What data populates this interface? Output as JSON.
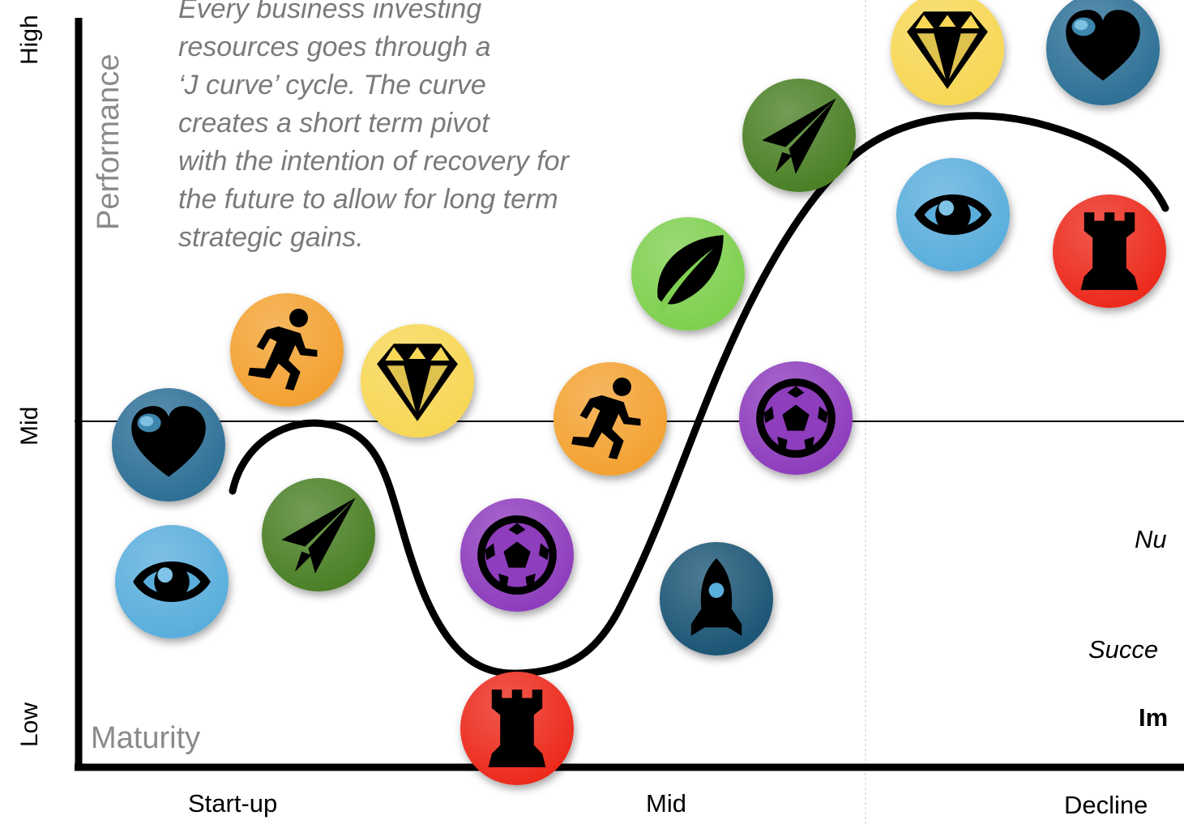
{
  "y_axis": {
    "high": "High",
    "mid": "Mid",
    "low": "Low",
    "title": "Performance"
  },
  "x_axis": {
    "start": "Start-up",
    "mid": "Mid",
    "end": "Decline",
    "title": "Maturity"
  },
  "description": [
    "Every business investing",
    "resources goes through a",
    "‘J curve’ cycle. The curve",
    "creates a short term pivot",
    "with the intention of recovery for",
    "the future to allow for long term",
    "strategic gains."
  ],
  "right_panel": {
    "line1": "Nu",
    "line2": "Succe",
    "line3": "Im"
  },
  "colors": {
    "heart": "#2e6f96",
    "eye": "#5aaedc",
    "runner": "#f3a233",
    "diamond": "#f7d755",
    "plane": "#4c8027",
    "leaf": "#7fd050",
    "ball": "#8e3dbd",
    "rook": "#ec2a1f",
    "rocket": "#1f5474",
    "axis": "#000000",
    "muted_text": "#8a8a8a"
  },
  "icons": [
    "heart-icon",
    "eye-icon",
    "runner-icon",
    "paper-plane-icon",
    "diamond-icon",
    "soccer-ball-icon",
    "rook-icon",
    "runner-icon",
    "rocket-icon",
    "leaf-icon",
    "soccer-ball-icon",
    "paper-plane-icon",
    "eye-icon",
    "diamond-icon",
    "heart-icon",
    "rook-icon"
  ]
}
